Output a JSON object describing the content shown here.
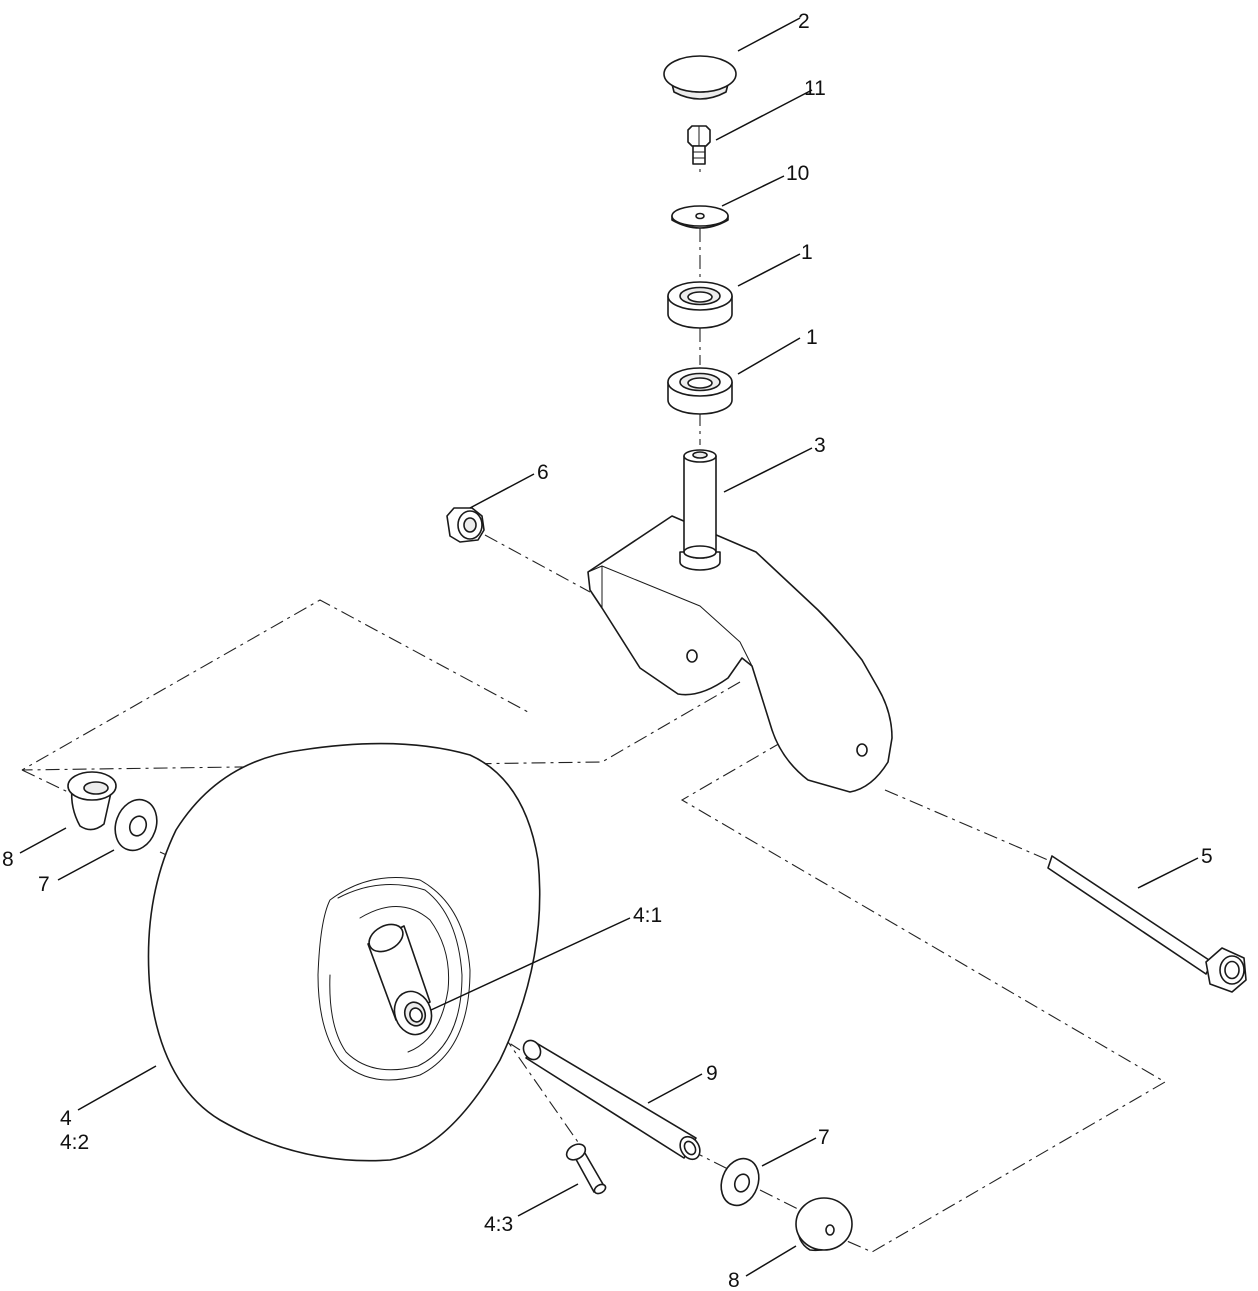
{
  "callouts": [
    {
      "id": "c-2",
      "label": "2"
    },
    {
      "id": "c-11",
      "label": "11"
    },
    {
      "id": "c-10",
      "label": "10"
    },
    {
      "id": "c-1a",
      "label": "1"
    },
    {
      "id": "c-1b",
      "label": "1"
    },
    {
      "id": "c-3",
      "label": "3"
    },
    {
      "id": "c-6",
      "label": "6"
    },
    {
      "id": "c-8a",
      "label": "8"
    },
    {
      "id": "c-7a",
      "label": "7"
    },
    {
      "id": "c-5",
      "label": "5"
    },
    {
      "id": "c-4-1",
      "label": "4:1"
    },
    {
      "id": "c-4",
      "label": "4"
    },
    {
      "id": "c-4-2",
      "label": "4:2"
    },
    {
      "id": "c-9",
      "label": "9"
    },
    {
      "id": "c-7b",
      "label": "7"
    },
    {
      "id": "c-4-3",
      "label": "4:3"
    },
    {
      "id": "c-8b",
      "label": "8"
    }
  ],
  "parts": [
    "dust-cap",
    "bolt",
    "washer",
    "bearing",
    "bearing",
    "caster-fork",
    "flange-nut",
    "spacer",
    "thrust-washer",
    "axle-bolt",
    "wheel-hub",
    "tire-assembly",
    "axle-tube",
    "valve-stem"
  ],
  "colors": {
    "line": "#1a1a1a",
    "background": "#ffffff"
  }
}
